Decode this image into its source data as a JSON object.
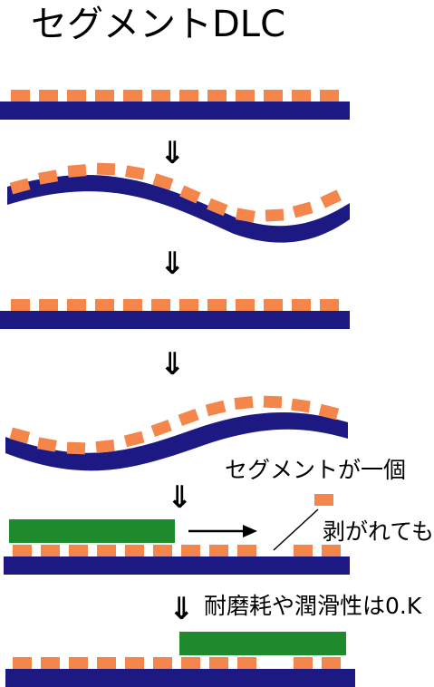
{
  "title": "セグメントDLC",
  "down_arrow_symbol": "⇓",
  "annotations": {
    "one_segment": "セグメントが一個",
    "peeled_off": "剥がれても",
    "result": "耐磨耗や潤滑性は0.K"
  },
  "colors": {
    "substrate": "#1c1a82",
    "segment": "#f4854b",
    "counter_body": "#1e8a2c",
    "text": "#000000"
  },
  "icons": [
    "double-down-arrow-icon",
    "right-arrow-icon",
    "pointer-line-icon"
  ]
}
